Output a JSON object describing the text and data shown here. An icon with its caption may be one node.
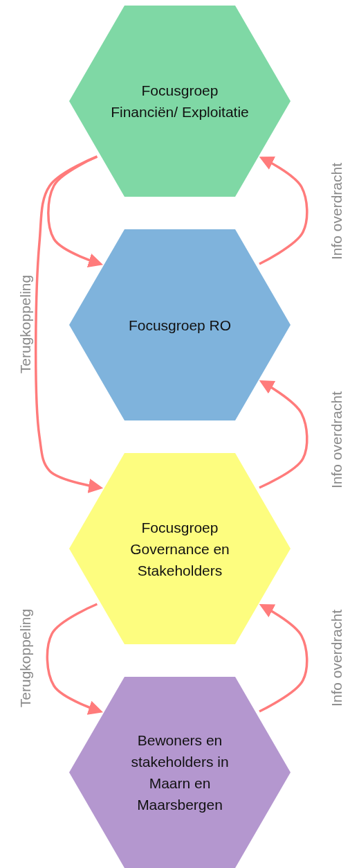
{
  "diagram": {
    "nodes": [
      {
        "text": [
          "Focusgroep Financiën/ Exploitatie"
        ]
      },
      {
        "text": [
          "Focusgroep RO"
        ]
      },
      {
        "text": [
          "Focusgroep Governance en Stakeholders"
        ]
      },
      {
        "text": [
          "Bewoners en stakeholders in Maarn en Maarsbergen"
        ]
      }
    ],
    "edges": [
      {
        "from": 0,
        "to": 2,
        "arrow": "to",
        "label": "Terugkoppeling"
      },
      {
        "from": 0,
        "to": 1,
        "arrow": "to"
      },
      {
        "from": 1,
        "to": 0,
        "arrow": "to",
        "label": "Info overdracht"
      },
      {
        "from": 2,
        "to": 1,
        "arrow": "to",
        "label": "Info overdracht"
      },
      {
        "from": 2,
        "to": 3,
        "arrow": "to",
        "label": "Terugkoppeling"
      },
      {
        "from": 3,
        "to": 2,
        "arrow": "to",
        "label": "Info overdracht"
      }
    ]
  }
}
